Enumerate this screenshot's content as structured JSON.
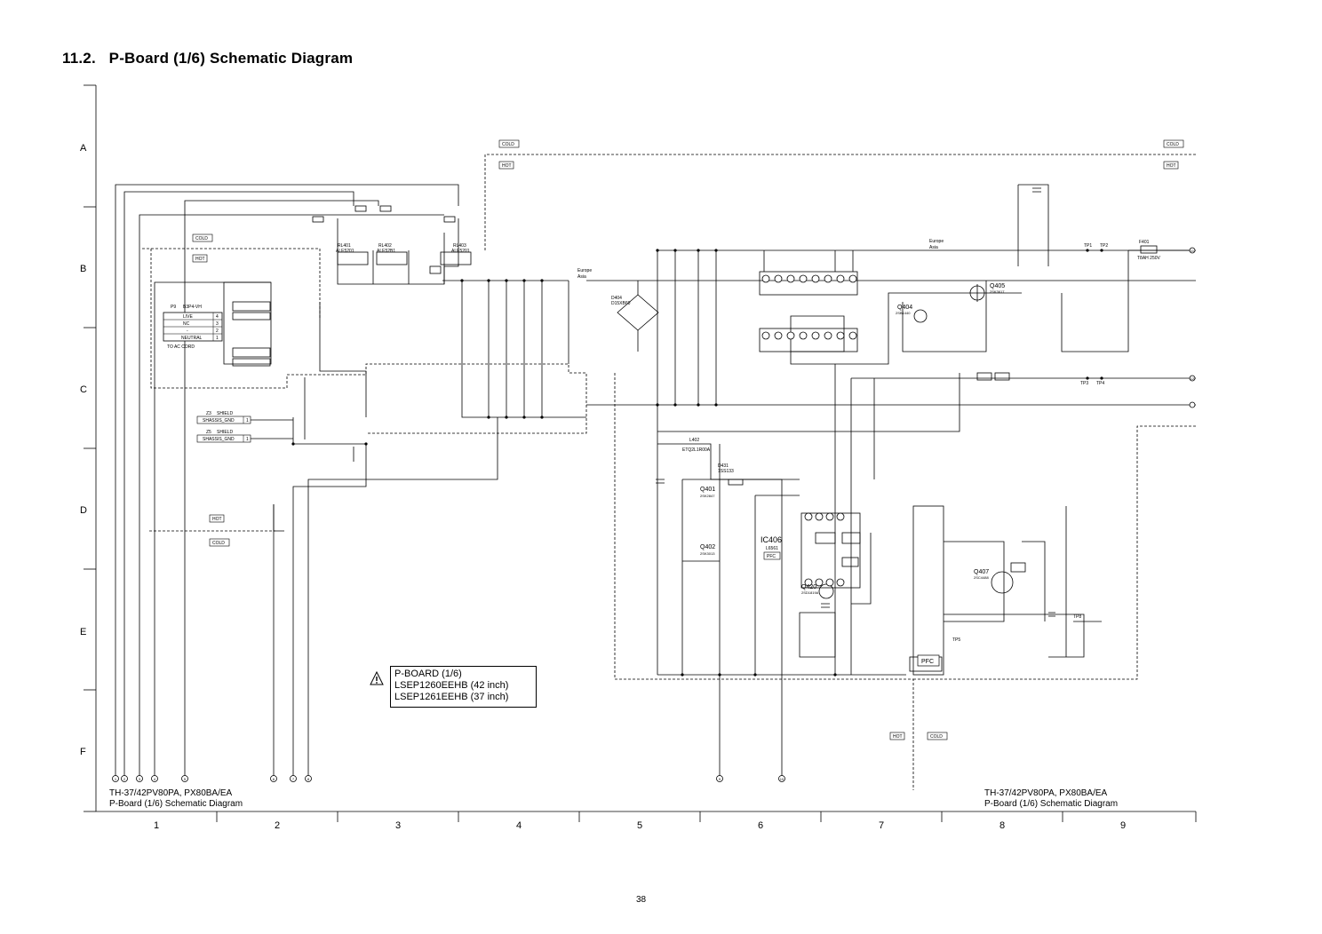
{
  "heading": {
    "number": "11.2.",
    "title": "P-Board (1/6) Schematic Diagram"
  },
  "page_number": "38",
  "row_labels": [
    "A",
    "B",
    "C",
    "D",
    "E",
    "F"
  ],
  "column_labels": [
    "1",
    "2",
    "3",
    "4",
    "5",
    "6",
    "7",
    "8",
    "9"
  ],
  "zone_tags": {
    "cold": "COLD",
    "hot": "HOT"
  },
  "footer_left": {
    "line1": "TH-37/42PV80PA, PX80BA/EA",
    "line2": "P-Board (1/6) Schematic Diagram"
  },
  "footer_right": {
    "line1": "TH-37/42PV80PA, PX80BA/EA",
    "line2": "P-Board (1/6) Schematic Diagram"
  },
  "board_note": {
    "line1": "P-BOARD (1/6)",
    "line2": "LSEP1260EEHB (42 inch)",
    "line3": "LSEP1261EEHB (37 inch)"
  },
  "ac_connector": {
    "ref": "P9",
    "part": "B3P4-VH",
    "pins": [
      "LIVE",
      "NC",
      "-",
      "NEUTRAL"
    ],
    "pin_numbers": [
      "4",
      "3",
      "2",
      "1"
    ],
    "note": "TO AC CORD"
  },
  "fuses": {
    "ref": "F401",
    "rating": "T8AH 250V"
  },
  "connectors": [
    {
      "ref": "Z3",
      "label": "SHIELD",
      "part": "SHASSIS_GND",
      "pin": "1"
    },
    {
      "ref": "Z5",
      "label": "SHIELD",
      "part": "SHASSIS_GND",
      "pin": "1"
    }
  ],
  "ics": [
    {
      "ref": "IC406",
      "part": "L6561",
      "tag": "PFC"
    }
  ],
  "pfc_tag": "PFC",
  "transistors": [
    {
      "ref": "Q401",
      "part": "2SK2847"
    },
    {
      "ref": "Q402",
      "part": "2SK3013"
    },
    {
      "ref": "Q404",
      "part": "2SB1440"
    },
    {
      "ref": "Q405",
      "part": "2SK3617"
    },
    {
      "ref": "Q407",
      "part": "2SC4488"
    },
    {
      "ref": "Q420",
      "part": "2SD1819A"
    }
  ],
  "relays": [
    {
      "ref": "RL401",
      "part": "ALE5201"
    },
    {
      "ref": "RL402",
      "part": "ALE52B1"
    },
    {
      "ref": "RL403",
      "part": "ALE5201"
    }
  ],
  "diodes": [
    {
      "ref": "D404",
      "part": "D15XB60"
    },
    {
      "ref": "D431",
      "part": "1SS133"
    }
  ],
  "coil": {
    "ref": "L402",
    "part": "ETQ2L1R00A"
  },
  "region_labels": {
    "europe": "Europe",
    "asia": "Asia"
  },
  "test_points": [
    "TP1",
    "TP2",
    "TP3",
    "TP4",
    "TP5",
    "TP8"
  ],
  "connector_dots": [
    "1",
    "2",
    "3",
    "4",
    "5",
    "6",
    "7",
    "8",
    "9",
    "10",
    "11",
    "12"
  ]
}
